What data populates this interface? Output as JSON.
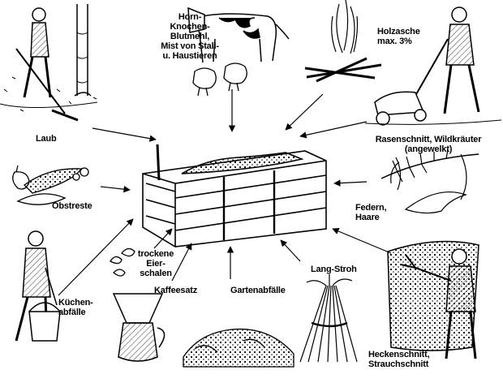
{
  "colors": {
    "ink": "#000000",
    "paper": "#ffffff"
  },
  "labels": {
    "laub": "Laub",
    "mist": "Horn-\nKnochen-\nBlutmehl,\nMist von Stall-\nu. Haustieren",
    "holzasche": "Holzasche\nmax. 3%",
    "rasenschnitt": "Rasenschnitt, Wildkräuter\n(angewelkt)",
    "obstreste": "Obstreste",
    "federn": "Federn,\nHaare",
    "eierschalen": "trockene\nEier-\nschalen",
    "kuechenabfaelle": "Küchen-\nabfälle",
    "kaffeesatz": "Kaffeesatz",
    "gartenabfaelle": "Gartenabfälle",
    "langstroh": "Lang-Stroh",
    "heckenschnitt": "Heckenschnitt,\nStrauchschnitt"
  },
  "icons": [
    "raking-person-icon",
    "cow-icon",
    "chicken-icon",
    "fire-icon",
    "lawnmower-person-icon",
    "fruit-scraps-icon",
    "feather-icon",
    "egg-shells-icon",
    "bucket-person-icon",
    "coffee-pot-icon",
    "garden-waste-icon",
    "straw-bundle-icon",
    "hedge-trimming-person-icon",
    "compost-bin-icon"
  ]
}
